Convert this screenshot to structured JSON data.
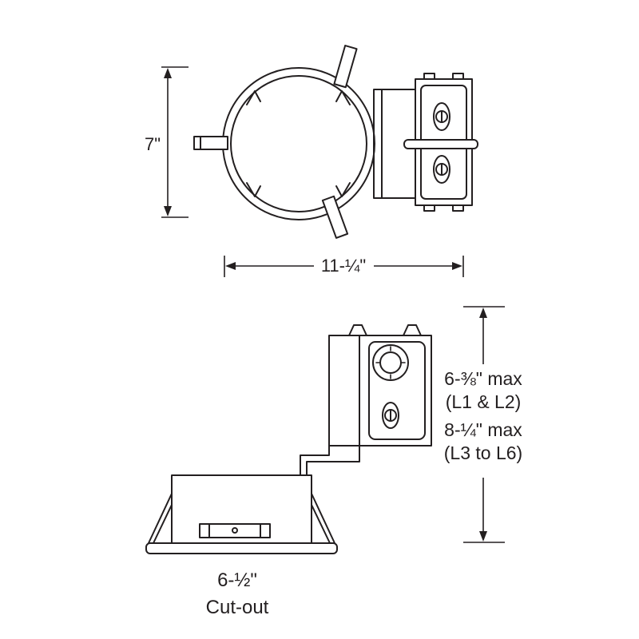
{
  "diagram": {
    "background": "#ffffff",
    "line_color": "#231f20",
    "top_view": {
      "height_dim": "7\"",
      "width_dim": "11-¼\""
    },
    "side_view": {
      "dim_lines": [
        "6-⅜\" max",
        "(L1 & L2)",
        "8-¼\" max",
        "(L3 to L6)"
      ],
      "cutout_lines": [
        "6-½\"",
        "Cut-out"
      ]
    }
  }
}
